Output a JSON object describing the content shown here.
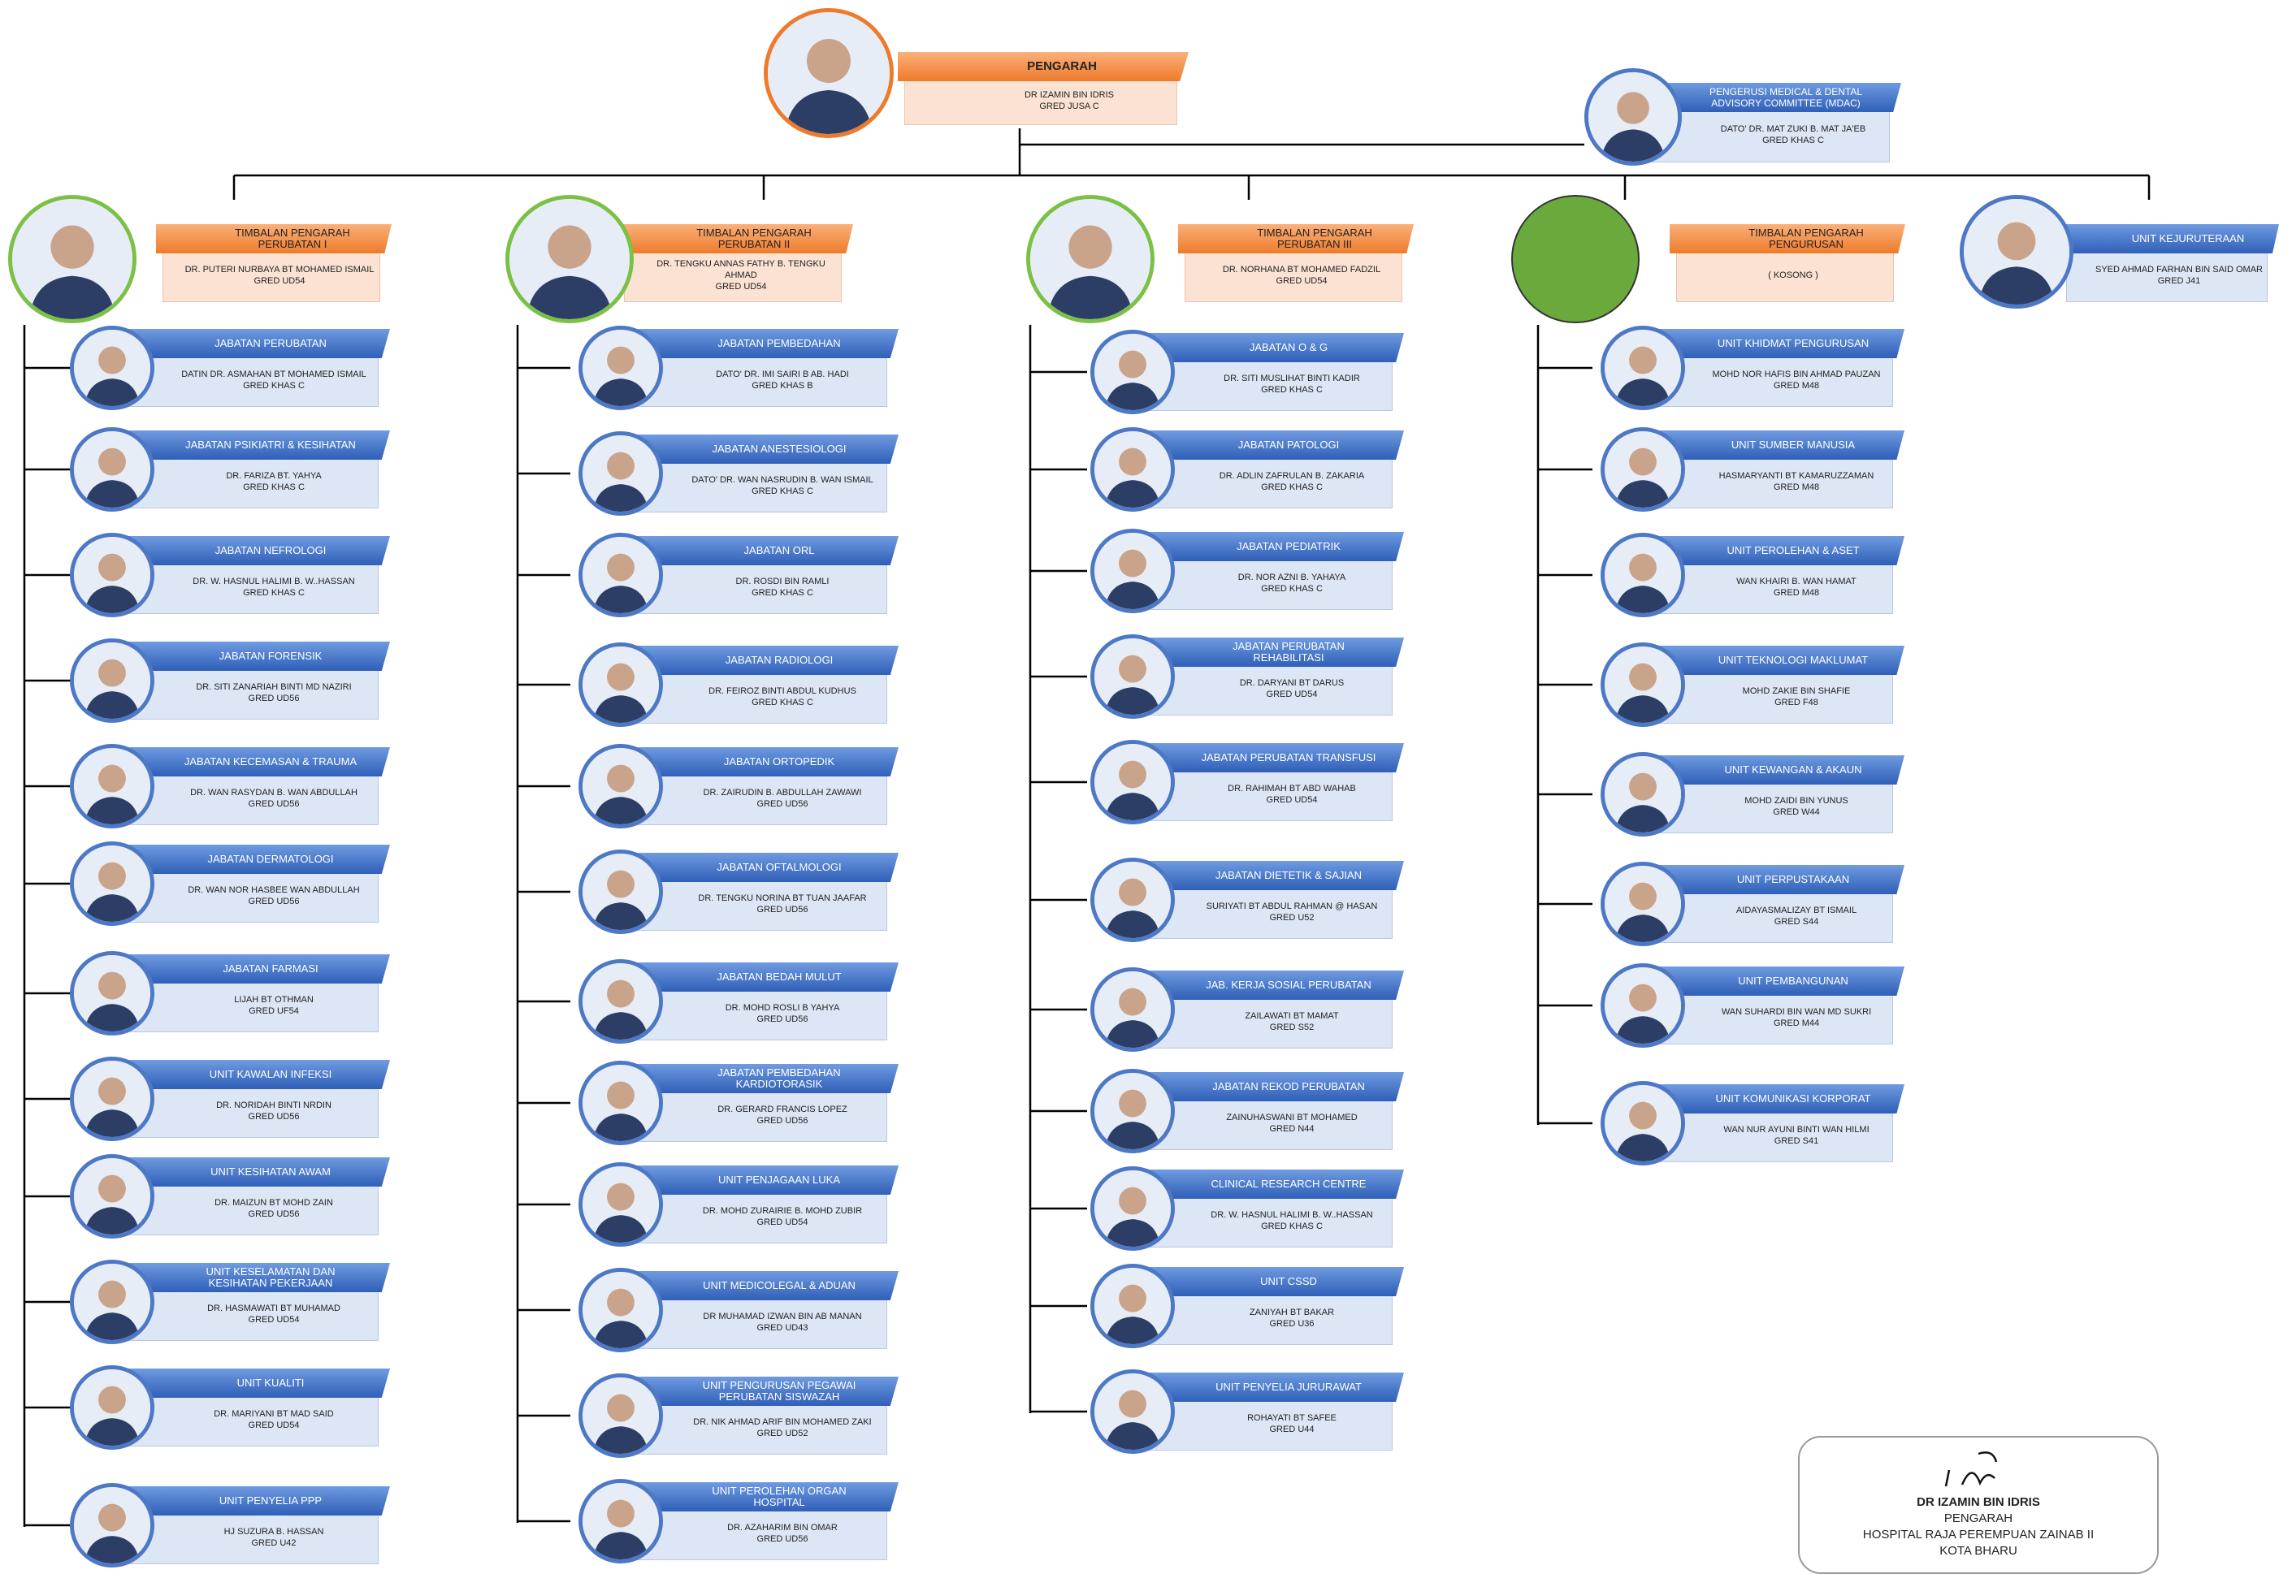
{
  "director": {
    "title": "PENGARAH",
    "name": "DR IZAMIN BIN IDRIS",
    "grade": "GRED JUSA C"
  },
  "mdac": {
    "title": "PENGERUSI MEDICAL & DENTAL ADVISORY COMMITTEE (MDAC)",
    "name": "DATO' DR. MAT ZUKI B. MAT JA'EB",
    "grade": "GRED KHAS C"
  },
  "deputies": [
    {
      "title": "TIMBALAN PENGARAH PERUBATAN I",
      "name": "DR. PUTERI NURBAYA BT MOHAMED ISMAIL",
      "grade": "GRED UD54"
    },
    {
      "title": "TIMBALAN PENGARAH PERUBATAN II",
      "name": "DR. TENGKU ANNAS FATHY B. TENGKU AHMAD",
      "grade": "GRED UD54"
    },
    {
      "title": "TIMBALAN PENGARAH PERUBATAN III",
      "name": "DR. NORHANA BT MOHAMED FADZIL",
      "grade": "GRED UD54"
    },
    {
      "title": "TIMBALAN PENGARAH PENGURUSAN",
      "name": "( KOSONG )",
      "grade": ""
    },
    {
      "title": "UNIT KEJURUTERAAN",
      "name": "SYED AHMAD FARHAN BIN SAID OMAR",
      "grade": "GRED J41"
    }
  ],
  "columns": [
    [
      {
        "title": "JABATAN PERUBATAN",
        "name": "DATIN DR. ASMAHAN BT MOHAMED ISMAIL",
        "grade": "GRED KHAS C"
      },
      {
        "title": "JABATAN PSIKIATRI & KESIHATAN",
        "name": "DR. FARIZA BT. YAHYA",
        "grade": "GRED KHAS C"
      },
      {
        "title": "JABATAN NEFROLOGI",
        "name": "DR. W. HASNUL HALIMI B. W..HASSAN",
        "grade": "GRED KHAS C"
      },
      {
        "title": "JABATAN FORENSIK",
        "name": "DR. SITI ZANARIAH BINTI MD NAZIRI",
        "grade": "GRED UD56"
      },
      {
        "title": "JABATAN KECEMASAN & TRAUMA",
        "name": "DR. WAN RASYDAN B. WAN ABDULLAH",
        "grade": "GRED UD56"
      },
      {
        "title": "JABATAN DERMATOLOGI",
        "name": "DR. WAN NOR HASBEE WAN ABDULLAH",
        "grade": "GRED UD56"
      },
      {
        "title": "JABATAN FARMASI",
        "name": "LIJAH BT OTHMAN",
        "grade": "GRED UF54"
      },
      {
        "title": "UNIT KAWALAN INFEKSI",
        "name": "DR. NORIDAH BINTI NRDIN",
        "grade": "GRED UD56"
      },
      {
        "title": "UNIT KESIHATAN AWAM",
        "name": "DR. MAIZUN BT MOHD ZAIN",
        "grade": "GRED UD56"
      },
      {
        "title": "UNIT KESELAMATAN DAN KESIHATAN PEKERJAAN",
        "name": "DR. HASMAWATI BT MUHAMAD",
        "grade": "GRED UD54"
      },
      {
        "title": "UNIT KUALITI",
        "name": "DR. MARIYANI BT MAD SAID",
        "grade": "GRED UD54"
      },
      {
        "title": "UNIT PENYELIA PPP",
        "name": "HJ SUZURA B. HASSAN",
        "grade": "GRED U42"
      }
    ],
    [
      {
        "title": "JABATAN PEMBEDAHAN",
        "name": "DATO' DR. IMI SAIRI B AB. HADI",
        "grade": "GRED KHAS B"
      },
      {
        "title": "JABATAN ANESTESIOLOGI",
        "name": "DATO' DR. WAN NASRUDIN B. WAN ISMAIL",
        "grade": "GRED KHAS C"
      },
      {
        "title": "JABATAN ORL",
        "name": "DR. ROSDI BIN RAMLI",
        "grade": "GRED KHAS C"
      },
      {
        "title": "JABATAN RADIOLOGI",
        "name": "DR. FEIROZ BINTI ABDUL KUDHUS",
        "grade": "GRED KHAS C"
      },
      {
        "title": "JABATAN ORTOPEDIK",
        "name": "DR. ZAIRUDIN B. ABDULLAH ZAWAWI",
        "grade": "GRED UD56"
      },
      {
        "title": "JABATAN OFTALMOLOGI",
        "name": "DR. TENGKU NORINA BT TUAN JAAFAR",
        "grade": "GRED UD56"
      },
      {
        "title": "JABATAN BEDAH MULUT",
        "name": "DR. MOHD ROSLI B YAHYA",
        "grade": "GRED UD56"
      },
      {
        "title": "JABATAN PEMBEDAHAN KARDIOTORASIK",
        "name": "DR. GERARD FRANCIS LOPEZ",
        "grade": "GRED UD56"
      },
      {
        "title": "UNIT PENJAGAAN LUKA",
        "name": "DR. MOHD ZURAIRIE B. MOHD ZUBIR",
        "grade": "GRED UD54"
      },
      {
        "title": "UNIT MEDICOLEGAL & ADUAN",
        "name": "DR MUHAMAD IZWAN BIN AB MANAN",
        "grade": "GRED UD43"
      },
      {
        "title": "UNIT PENGURUSAN PEGAWAI PERUBATAN SISWAZAH",
        "name": "DR. NIK AHMAD ARIF BIN MOHAMED ZAKI",
        "grade": "GRED UD52"
      },
      {
        "title": "UNIT PEROLEHAN ORGAN HOSPITAL",
        "name": "DR. AZAHARIM BIN OMAR",
        "grade": "GRED UD56"
      }
    ],
    [
      {
        "title": "JABATAN O & G",
        "name": "DR. SITI MUSLIHAT BINTI KADIR",
        "grade": "GRED KHAS C"
      },
      {
        "title": "JABATAN PATOLOGI",
        "name": "DR. ADLIN ZAFRULAN B. ZAKARIA",
        "grade": "GRED KHAS C"
      },
      {
        "title": "JABATAN PEDIATRIK",
        "name": "DR. NOR AZNI B. YAHAYA",
        "grade": "GRED KHAS C"
      },
      {
        "title": "JABATAN PERUBATAN REHABILITASI",
        "name": "DR. DARYANI BT DARUS",
        "grade": "GRED UD54"
      },
      {
        "title": "JABATAN PERUBATAN TRANSFUSI",
        "name": "DR. RAHIMAH BT ABD WAHAB",
        "grade": "GRED UD54"
      },
      {
        "title": "JABATAN DIETETIK & SAJIAN",
        "name": "SURIYATI BT ABDUL RAHMAN @ HASAN",
        "grade": "GRED U52"
      },
      {
        "title": "JAB. KERJA SOSIAL PERUBATAN",
        "name": "ZAILAWATI BT MAMAT",
        "grade": "GRED S52"
      },
      {
        "title": "JABATAN REKOD PERUBATAN",
        "name": "ZAINUHASWANI BT MOHAMED",
        "grade": "GRED N44"
      },
      {
        "title": "CLINICAL RESEARCH CENTRE",
        "name": "DR. W. HASNUL HALIMI B. W..HASSAN",
        "grade": "GRED KHAS C"
      },
      {
        "title": "UNIT CSSD",
        "name": "ZANIYAH BT BAKAR",
        "grade": "GRED U36"
      },
      {
        "title": "UNIT PENYELIA JURURAWAT",
        "name": "ROHAYATI BT SAFEE",
        "grade": "GRED U44"
      }
    ],
    [
      {
        "title": "UNIT KHIDMAT PENGURUSAN",
        "name": "MOHD NOR HAFIS BIN AHMAD PAUZAN",
        "grade": "GRED M48"
      },
      {
        "title": "UNIT SUMBER MANUSIA",
        "name": "HASMARYANTI BT KAMARUZZAMAN",
        "grade": "GRED M48"
      },
      {
        "title": "UNIT PEROLEHAN & ASET",
        "name": "WAN KHAIRI B. WAN HAMAT",
        "grade": "GRED M48"
      },
      {
        "title": "UNIT TEKNOLOGI MAKLUMAT",
        "name": "MOHD ZAKIE BIN SHAFIE",
        "grade": "GRED F48"
      },
      {
        "title": "UNIT KEWANGAN & AKAUN",
        "name": "MOHD ZAIDI BIN YUNUS",
        "grade": "GRED W44"
      },
      {
        "title": "UNIT PERPUSTAKAAN",
        "name": "AIDAYASMALIZAY BT ISMAIL",
        "grade": "GRED S44"
      },
      {
        "title": "UNIT PEMBANGUNAN",
        "name": "WAN SUHARDI BIN WAN MD SUKRI",
        "grade": "GRED M44"
      },
      {
        "title": "UNIT KOMUNIKASI KORPORAT",
        "name": "WAN NUR AYUNI BINTI WAN HILMI",
        "grade": "GRED S41"
      }
    ]
  ],
  "signature": {
    "name": "DR IZAMIN BIN IDRIS",
    "role": "PENGARAH",
    "org": "HOSPITAL RAJA PEREMPUAN ZAINAB II",
    "city": "KOTA BHARU"
  },
  "icons": {
    "photo": "person-photo-icon",
    "vacant": "vacant-circle-icon",
    "signature": "signature-scribble"
  },
  "colors": {
    "banner_blue": "#2f5fb8",
    "banner_orange": "#ee7b2b",
    "body_blue": "#dde6f4",
    "body_peach": "#fbe2d2",
    "ring_green": "#7ac145",
    "vacant_fill": "#6aaa3c",
    "line": "#000000"
  }
}
